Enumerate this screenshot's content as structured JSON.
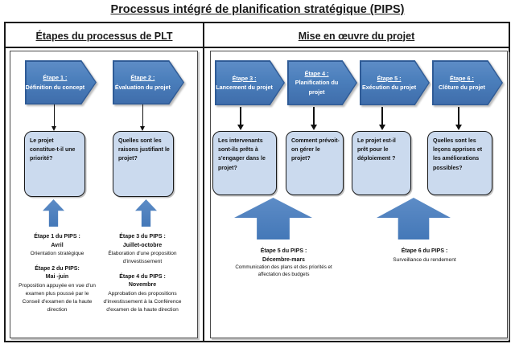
{
  "title": "Processus intégré de planification stratégique (PIPS)",
  "colors": {
    "chevron_blue": "#4a7ebb",
    "chevron_border": "#2f5b96",
    "question_box_fill": "#cbdaee",
    "arrow_blue": "#4a7ebb",
    "border_black": "#1a1a1a"
  },
  "left_panel": {
    "header": "Étapes du processus de PLT",
    "steps": [
      {
        "label": "Étape 1 :",
        "name": "Définition du concept"
      },
      {
        "label": "Étape 2 :",
        "name": "Évaluation du projet"
      }
    ],
    "questions": [
      "Le projet constitue-t-il une priorité?",
      "Quelles sont les raisons justifiant le projet?"
    ],
    "notes": [
      {
        "blocks": [
          {
            "title": "Étape 1 du PIPS :",
            "subtitle": "Avril",
            "body": "Orientation stratégique"
          },
          {
            "title": "Étape 2 du PIPS:",
            "subtitle": "Mai -juin",
            "body": "Proposition appuyée en vue d'un examen plus poussé par le Conseil d'examen de la haute direction"
          }
        ]
      },
      {
        "blocks": [
          {
            "title": "Étape 3 du PIPS :",
            "subtitle": "Juillet-octobre",
            "body": "Élaboration d'une proposition d'investissement"
          },
          {
            "title": "Étape 4 du PIPS :",
            "subtitle": "Novembre",
            "body": "Approbation des propositions d'investissement à la Conférence d'examen de la haute direction"
          }
        ]
      }
    ]
  },
  "right_panel": {
    "header": "Mise en œuvre du projet",
    "steps": [
      {
        "label": "Étape 3 :",
        "name": "Lancement du projet"
      },
      {
        "label": "Étape 4 :",
        "name": "Planification du projet"
      },
      {
        "label": "Étape 5 :",
        "name": "Exécution du projet"
      },
      {
        "label": "Étape 6 :",
        "name": "Clôture du projet"
      }
    ],
    "questions": [
      "Les intervenants sont-ils prêts à s'engager dans le projet?",
      "Comment prévoit-on gérer le projet?",
      "Le projet est-il prêt pour le déploiement ?",
      "Quelles sont les leçons apprises et les améliorations possibles?"
    ],
    "notes": [
      {
        "title": "Étape 5 du PIPS :",
        "subtitle": "Décembre-mars",
        "body": "Communication des plans et des priorités et affectation des budgets"
      },
      {
        "title": "Étape 6 du PIPS :",
        "subtitle": "",
        "body": "Surveillance du rendement"
      }
    ]
  }
}
